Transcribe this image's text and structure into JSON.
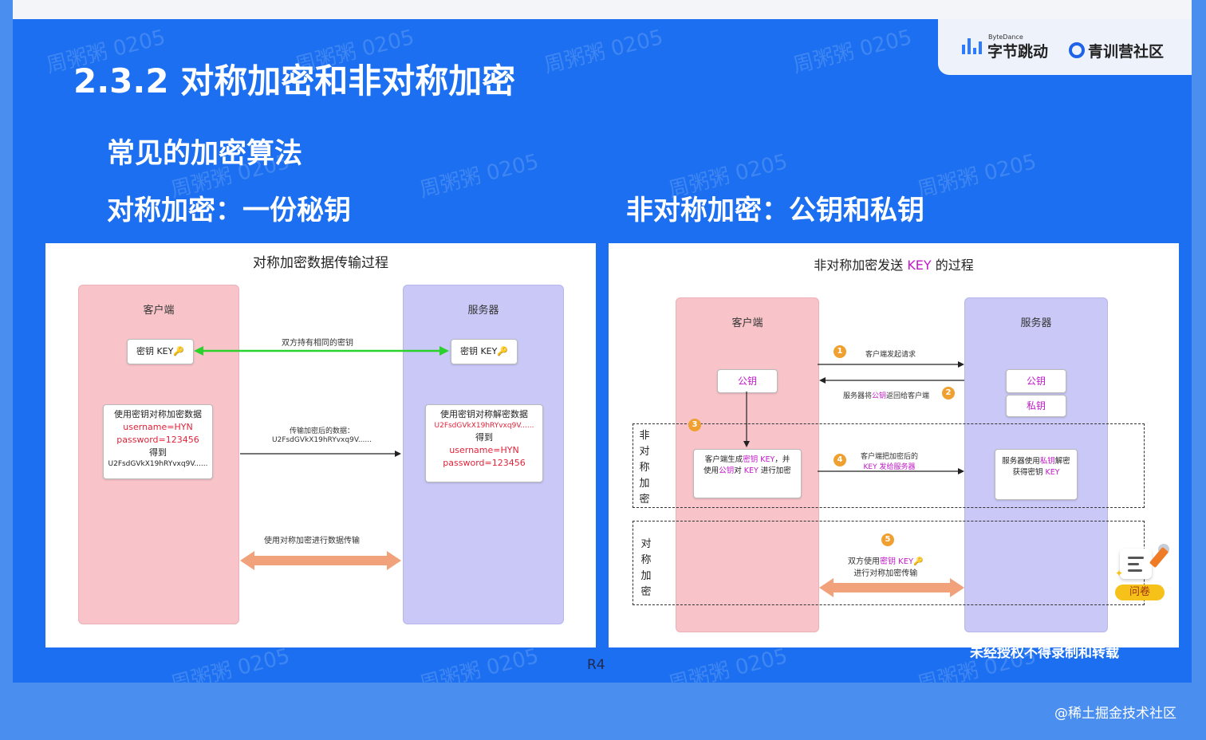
{
  "slide": {
    "title": "2.3.2 对称加密和非对称加密",
    "subtitle": "常见的加密算法",
    "left_heading": "对称加密：一份秘钥",
    "right_heading": "非对称加密：公钥和私钥",
    "page_number": "R4",
    "footer_notice": "未经授权不得录制和转载",
    "watermark": "周粥粥 0205"
  },
  "logo": {
    "small": "ByteDance",
    "company": "字节跳动",
    "community": "青训营社区"
  },
  "symmetric": {
    "title": "对称加密数据传输过程",
    "client": "客户端",
    "server": "服务器",
    "client_key": "密钥 KEY",
    "server_key": "密钥 KEY",
    "shared_key_label": "双方持有相同的密钥",
    "client_box": {
      "line1": "使用密钥对称加密数据",
      "line2": "username=HYN",
      "line3": "password=123456",
      "line4": "得到",
      "line5": "U2FsdGVkX19hRYvxq9V......"
    },
    "transfer_label1": "传输加密后的数据：",
    "transfer_label2": "U2FsdGVkX19hRYvxq9V......",
    "server_box": {
      "line1": "使用密钥对称解密数据",
      "line2": "U2FsdGVkX19hRYvxq9V......",
      "line3": "得到",
      "line4": "username=HYN",
      "line5": "password=123456"
    },
    "bidirectional_label": "使用对称加密进行数据传输"
  },
  "asymmetric": {
    "title_prefix": "非对称加密发送 ",
    "title_key": "KEY",
    "title_suffix": " 的过程",
    "client": "客户端",
    "server": "服务器",
    "client_pubkey": "公钥",
    "server_pubkey": "公钥",
    "server_privkey": "私钥",
    "step1": "客户端发起请求",
    "step2_prefix": "服务器将",
    "step2_key": "公钥",
    "step2_suffix": "返回给客户端",
    "step4_line1": "客户端把加密后的",
    "step4_line2": "KEY 发给服务器",
    "client_box_l1_prefix": "客户端生成",
    "client_box_l1_key": "密钥 KEY",
    "client_box_l1_suffix": "，并",
    "client_box_l2_prefix": "使用",
    "client_box_l2_key": "公钥",
    "client_box_l2_mid": "对 ",
    "client_box_l2_key2": "KEY",
    "client_box_l2_suffix": "  进行加密",
    "server_box_l1_prefix": "服务器使用",
    "server_box_l1_key": "私钥",
    "server_box_l1_suffix": "解密",
    "server_box_l2_prefix": "获得密钥 ",
    "server_box_l2_key": "KEY",
    "step5_line1_prefix": "双方使用",
    "step5_line1_key": "密钥 KEY",
    "step5_line2": "进行对称加密传输",
    "side_asym": [
      "非",
      "对",
      "称",
      "加",
      "密"
    ],
    "side_sym": [
      "对",
      "称",
      "加",
      "密"
    ],
    "badges": [
      "1",
      "2",
      "3",
      "4",
      "5"
    ]
  },
  "widget": {
    "label": "问卷"
  },
  "site_watermark": "@稀土掘金技术社区",
  "colors": {
    "slide_blue": "#1b6ff0",
    "client_pink": "#f8c4c9",
    "server_lavender": "#c9c8f7",
    "shared_key_green": "#2bd22b",
    "transfer_orange": "#f2a27a",
    "key_red": "#e0233a",
    "pubkey_magenta": "#c118c8"
  }
}
